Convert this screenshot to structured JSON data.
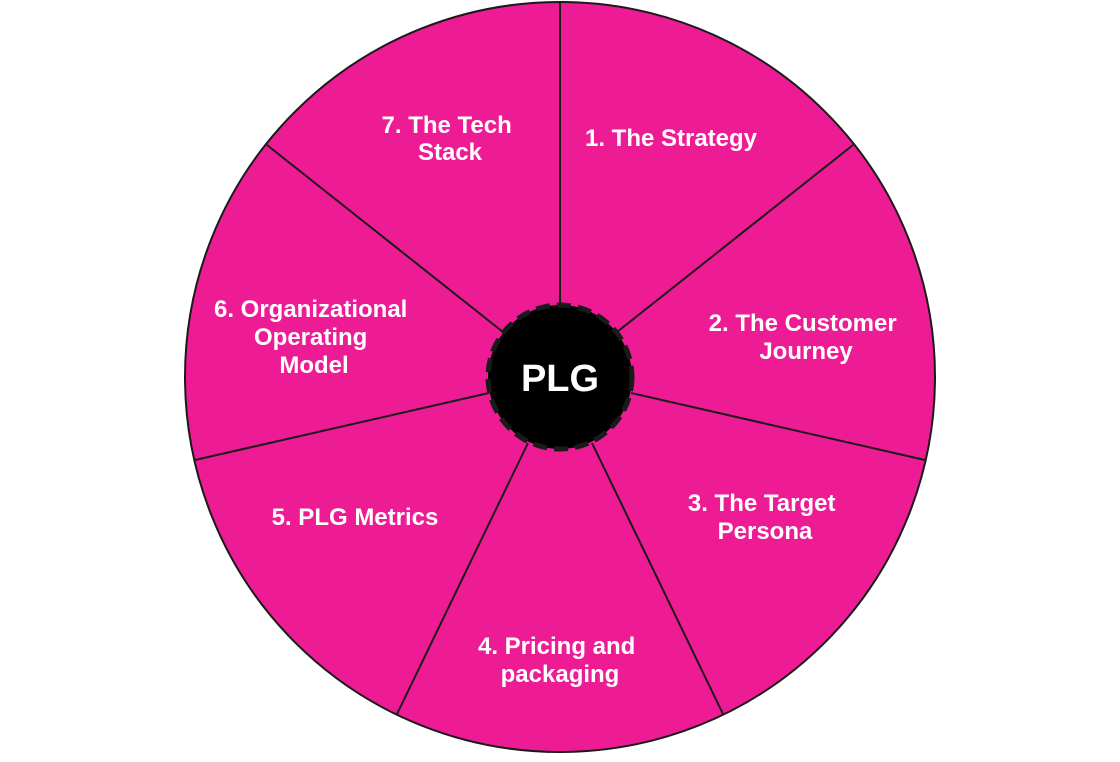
{
  "diagram": {
    "hub": {
      "label": "PLG"
    },
    "colors": {
      "segment": "#ee1c94",
      "hub": "#000000",
      "outline": "#1a1a1a",
      "text": "#ffffff"
    },
    "segments": [
      {
        "id": "strategy",
        "lines": [
          "1. The Strategy"
        ]
      },
      {
        "id": "customer-journey",
        "lines": [
          "2. The Customer",
          "Journey"
        ]
      },
      {
        "id": "target-persona",
        "lines": [
          "3. The Target",
          "Persona"
        ]
      },
      {
        "id": "pricing-packaging",
        "lines": [
          "4. Pricing and",
          "packaging"
        ]
      },
      {
        "id": "plg-metrics",
        "lines": [
          "5. PLG Metrics"
        ]
      },
      {
        "id": "operating-model",
        "lines": [
          "6. Organizational",
          "Operating",
          "Model"
        ]
      },
      {
        "id": "tech-stack",
        "lines": [
          "7. The Tech",
          "Stack"
        ]
      }
    ]
  }
}
